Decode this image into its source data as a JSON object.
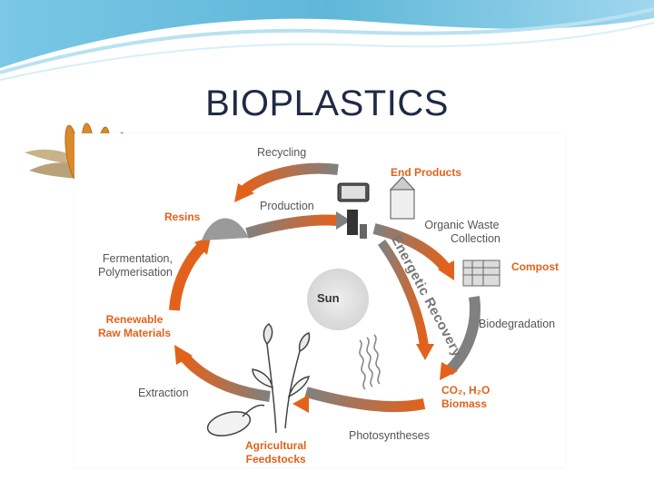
{
  "slide": {
    "title": "BIOPLASTICS"
  },
  "diagram": {
    "center": "Sun",
    "energetic_recovery": "Energetic Recovery",
    "labels": {
      "recycling": "Recycling",
      "end_products": "End Products",
      "production": "Production",
      "resins": "Resins",
      "organic_waste_1": "Organic Waste",
      "organic_waste_2": "Collection",
      "fermentation_1": "Fermentation,",
      "fermentation_2": "Polymerisation",
      "compost": "Compost",
      "renewable_1": "Renewable",
      "renewable_2": "Raw Materials",
      "biodegradation": "Biodegradation",
      "co2_1": "CO₂, H₂O",
      "co2_2": "Biomass",
      "extraction": "Extraction",
      "photosyntheses": "Photosyntheses",
      "agri_1": "Agricultural",
      "agri_2": "Feedstocks"
    }
  },
  "colors": {
    "highlight": "#e2621b",
    "arrow_orange": "#e2621b",
    "arrow_grey": "#808080",
    "banner_blue": "#5fb7d8"
  }
}
